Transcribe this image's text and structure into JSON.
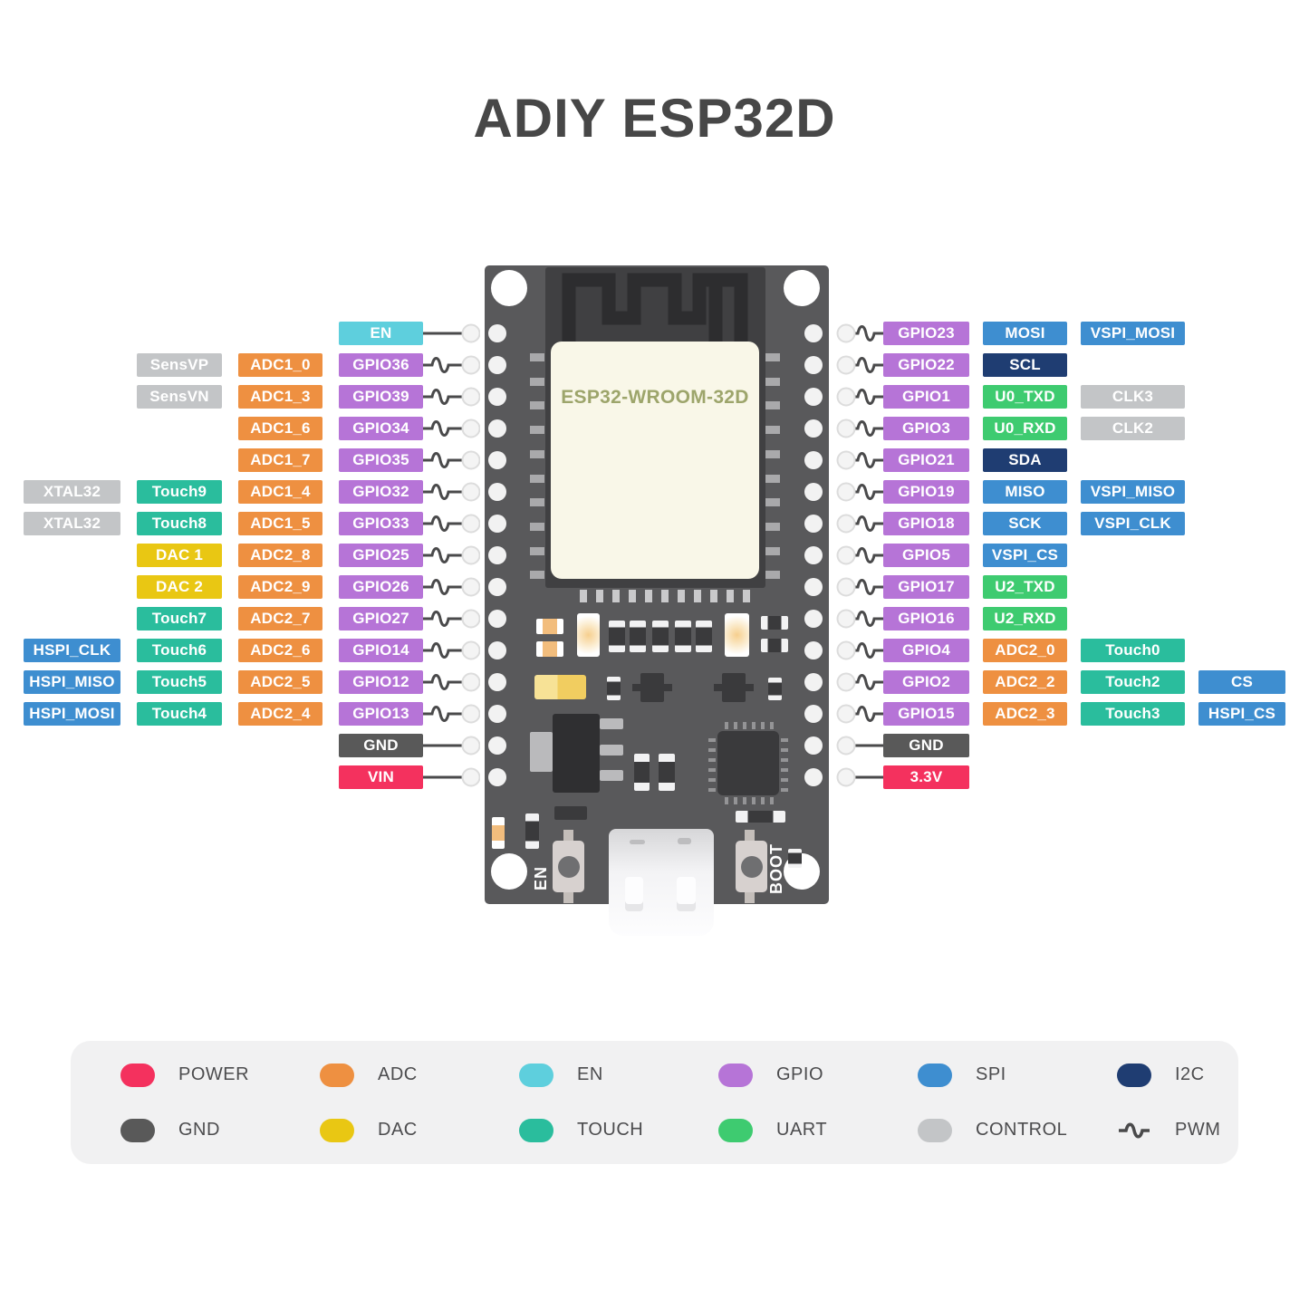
{
  "title": "ADIY ESP32D",
  "board": {
    "module_label": "ESP32-WROOM-32D",
    "en_button_label": "EN",
    "boot_button_label": "BOOT"
  },
  "colors": {
    "power": "#f4315e",
    "gnd": "#595959",
    "adc": "#ee9041",
    "dac": "#e9c713",
    "en": "#5ecfdd",
    "touch": "#2abd9d",
    "gpio": "#b674d7",
    "uart": "#3ecb70",
    "spi": "#3e8ed0",
    "control": "#c3c5c7",
    "i2c": "#1f3d72",
    "wire": "#4a4a4b"
  },
  "left_pins": [
    {
      "pwm": false,
      "labels": [
        {
          "text": "EN",
          "type": "en"
        }
      ]
    },
    {
      "pwm": true,
      "labels": [
        {
          "text": "SensVP",
          "type": "control"
        },
        {
          "text": "ADC1_0",
          "type": "adc"
        },
        {
          "text": "GPIO36",
          "type": "gpio"
        }
      ]
    },
    {
      "pwm": true,
      "labels": [
        {
          "text": "SensVN",
          "type": "control"
        },
        {
          "text": "ADC1_3",
          "type": "adc"
        },
        {
          "text": "GPIO39",
          "type": "gpio"
        }
      ]
    },
    {
      "pwm": true,
      "labels": [
        {
          "text": "ADC1_6",
          "type": "adc"
        },
        {
          "text": "GPIO34",
          "type": "gpio"
        }
      ]
    },
    {
      "pwm": true,
      "labels": [
        {
          "text": "ADC1_7",
          "type": "adc"
        },
        {
          "text": "GPIO35",
          "type": "gpio"
        }
      ]
    },
    {
      "pwm": true,
      "labels": [
        {
          "text": "XTAL32",
          "type": "control"
        },
        {
          "text": "Touch9",
          "type": "touch"
        },
        {
          "text": "ADC1_4",
          "type": "adc"
        },
        {
          "text": "GPIO32",
          "type": "gpio"
        }
      ]
    },
    {
      "pwm": true,
      "labels": [
        {
          "text": "XTAL32",
          "type": "control"
        },
        {
          "text": "Touch8",
          "type": "touch"
        },
        {
          "text": "ADC1_5",
          "type": "adc"
        },
        {
          "text": "GPIO33",
          "type": "gpio"
        }
      ]
    },
    {
      "pwm": true,
      "labels": [
        {
          "text": "DAC 1",
          "type": "dac"
        },
        {
          "text": "ADC2_8",
          "type": "adc"
        },
        {
          "text": "GPIO25",
          "type": "gpio"
        }
      ]
    },
    {
      "pwm": true,
      "labels": [
        {
          "text": "DAC 2",
          "type": "dac"
        },
        {
          "text": "ADC2_9",
          "type": "adc"
        },
        {
          "text": "GPIO26",
          "type": "gpio"
        }
      ]
    },
    {
      "pwm": true,
      "labels": [
        {
          "text": "Touch7",
          "type": "touch"
        },
        {
          "text": "ADC2_7",
          "type": "adc"
        },
        {
          "text": "GPIO27",
          "type": "gpio"
        }
      ]
    },
    {
      "pwm": true,
      "labels": [
        {
          "text": "HSPI_CLK",
          "type": "spi"
        },
        {
          "text": "Touch6",
          "type": "touch"
        },
        {
          "text": "ADC2_6",
          "type": "adc"
        },
        {
          "text": "GPIO14",
          "type": "gpio"
        }
      ]
    },
    {
      "pwm": true,
      "labels": [
        {
          "text": "HSPI_MISO",
          "type": "spi"
        },
        {
          "text": "Touch5",
          "type": "touch"
        },
        {
          "text": "ADC2_5",
          "type": "adc"
        },
        {
          "text": "GPIO12",
          "type": "gpio"
        }
      ]
    },
    {
      "pwm": true,
      "labels": [
        {
          "text": "HSPI_MOSI",
          "type": "spi"
        },
        {
          "text": "Touch4",
          "type": "touch"
        },
        {
          "text": "ADC2_4",
          "type": "adc"
        },
        {
          "text": "GPIO13",
          "type": "gpio"
        }
      ]
    },
    {
      "pwm": false,
      "labels": [
        {
          "text": "GND",
          "type": "gnd"
        }
      ]
    },
    {
      "pwm": false,
      "labels": [
        {
          "text": "VIN",
          "type": "power"
        }
      ]
    }
  ],
  "right_pins": [
    {
      "pwm": true,
      "labels": [
        {
          "text": "GPIO23",
          "type": "gpio"
        },
        {
          "text": "MOSI",
          "type": "spi"
        },
        {
          "text": "VSPI_MOSI",
          "type": "spi"
        }
      ]
    },
    {
      "pwm": true,
      "labels": [
        {
          "text": "GPIO22",
          "type": "gpio"
        },
        {
          "text": "SCL",
          "type": "i2c"
        }
      ]
    },
    {
      "pwm": true,
      "labels": [
        {
          "text": "GPIO1",
          "type": "gpio"
        },
        {
          "text": "U0_TXD",
          "type": "uart"
        },
        {
          "text": "CLK3",
          "type": "control"
        }
      ]
    },
    {
      "pwm": true,
      "labels": [
        {
          "text": "GPIO3",
          "type": "gpio"
        },
        {
          "text": "U0_RXD",
          "type": "uart"
        },
        {
          "text": "CLK2",
          "type": "control"
        }
      ]
    },
    {
      "pwm": true,
      "labels": [
        {
          "text": "GPIO21",
          "type": "gpio"
        },
        {
          "text": "SDA",
          "type": "i2c"
        }
      ]
    },
    {
      "pwm": true,
      "labels": [
        {
          "text": "GPIO19",
          "type": "gpio"
        },
        {
          "text": "MISO",
          "type": "spi"
        },
        {
          "text": "VSPI_MISO",
          "type": "spi"
        }
      ]
    },
    {
      "pwm": true,
      "labels": [
        {
          "text": "GPIO18",
          "type": "gpio"
        },
        {
          "text": "SCK",
          "type": "spi"
        },
        {
          "text": "VSPI_CLK",
          "type": "spi"
        }
      ]
    },
    {
      "pwm": true,
      "labels": [
        {
          "text": "GPIO5",
          "type": "gpio"
        },
        {
          "text": "VSPI_CS",
          "type": "spi"
        }
      ]
    },
    {
      "pwm": true,
      "labels": [
        {
          "text": "GPIO17",
          "type": "gpio"
        },
        {
          "text": "U2_TXD",
          "type": "uart"
        }
      ]
    },
    {
      "pwm": true,
      "labels": [
        {
          "text": "GPIO16",
          "type": "gpio"
        },
        {
          "text": "U2_RXD",
          "type": "uart"
        }
      ]
    },
    {
      "pwm": true,
      "labels": [
        {
          "text": "GPIO4",
          "type": "gpio"
        },
        {
          "text": "ADC2_0",
          "type": "adc"
        },
        {
          "text": "Touch0",
          "type": "touch"
        }
      ]
    },
    {
      "pwm": true,
      "labels": [
        {
          "text": "GPIO2",
          "type": "gpio"
        },
        {
          "text": "ADC2_2",
          "type": "adc"
        },
        {
          "text": "Touch2",
          "type": "touch"
        },
        {
          "text": "CS",
          "type": "spi"
        }
      ]
    },
    {
      "pwm": true,
      "labels": [
        {
          "text": "GPIO15",
          "type": "gpio"
        },
        {
          "text": "ADC2_3",
          "type": "adc"
        },
        {
          "text": "Touch3",
          "type": "touch"
        },
        {
          "text": "HSPI_CS",
          "type": "spi"
        }
      ]
    },
    {
      "pwm": false,
      "labels": [
        {
          "text": "GND",
          "type": "gnd"
        }
      ]
    },
    {
      "pwm": false,
      "labels": [
        {
          "text": "3.3V",
          "type": "power"
        }
      ]
    }
  ],
  "legend": {
    "items": [
      {
        "label": "POWER",
        "type": "power"
      },
      {
        "label": "ADC",
        "type": "adc"
      },
      {
        "label": "EN",
        "type": "en"
      },
      {
        "label": "GPIO",
        "type": "gpio"
      },
      {
        "label": "SPI",
        "type": "spi"
      },
      {
        "label": "I2C",
        "type": "i2c"
      },
      {
        "label": "GND",
        "type": "gnd"
      },
      {
        "label": "DAC",
        "type": "dac"
      },
      {
        "label": "TOUCH",
        "type": "touch"
      },
      {
        "label": "UART",
        "type": "uart"
      },
      {
        "label": "CONTROL",
        "type": "control"
      },
      {
        "label": "PWM",
        "type": "pwm"
      }
    ]
  }
}
